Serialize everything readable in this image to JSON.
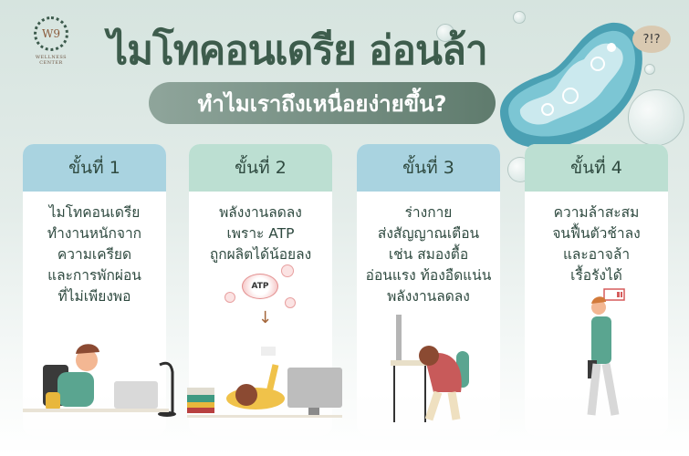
{
  "logo": {
    "mark": "W9",
    "name": "WELLNESS CENTER"
  },
  "header": {
    "title": "ไมโทคอนเดรีย อ่อนล้า",
    "subtitle": "ทำไมเราถึงเหนื่อยง่ายขึ้น?",
    "speech": "?!?"
  },
  "steps": [
    {
      "label": "ขั้นที่ 1",
      "lines": [
        "ไมโทคอนเดรีย",
        "ทำงานหนักจาก",
        "ความเครียด",
        "และการพักผ่อน",
        "ที่ไม่เพียงพอ"
      ]
    },
    {
      "label": "ขั้นที่ 2",
      "lines": [
        "พลังงานลดลง",
        "เพราะ ATP",
        "ถูกผลิตได้น้อยลง"
      ],
      "badge": "ATP"
    },
    {
      "label": "ขั้นที่ 3",
      "lines": [
        "ร่างกาย",
        "ส่งสัญญาณเตือน",
        "เช่น สมองตื้อ",
        "อ่อนแรง ท้องอืดแน่น",
        "พลังงานลดลง"
      ]
    },
    {
      "label": "ขั้นที่ 4",
      "lines": [
        "ความล้าสะสม",
        "จนฟื้นตัวช้าลง",
        "และอาจล้า",
        "เรื้อรังได้"
      ]
    }
  ],
  "colors": {
    "title": "#3d5c4c",
    "blue_header": "#a9d3e0",
    "green_header": "#bcdfd2",
    "mito": "#5fb3c4"
  }
}
